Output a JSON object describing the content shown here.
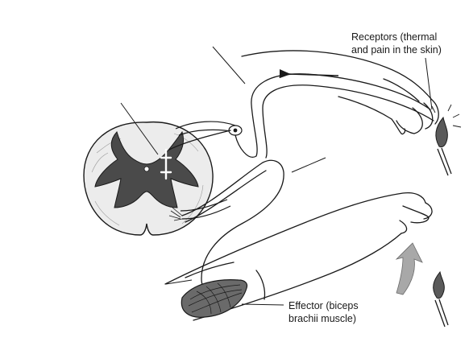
{
  "labels": {
    "receptors_line1": "Receptors (thermal",
    "receptors_line2": "and pain in the skin)",
    "effector_line1": "Effector (biceps",
    "effector_line2": "brachii muscle)"
  },
  "colors": {
    "ink": "#1a1a1a",
    "grey_matter": "#4a4a4a",
    "white_matter": "#e6e6e6",
    "arrow_fill": "#9a9a9a",
    "paper": "#ffffff"
  },
  "icons": {
    "flame": "flame-icon",
    "movement_arrow": "upward-arrow-icon",
    "impulse_arrow": "left-arrow-icon"
  }
}
